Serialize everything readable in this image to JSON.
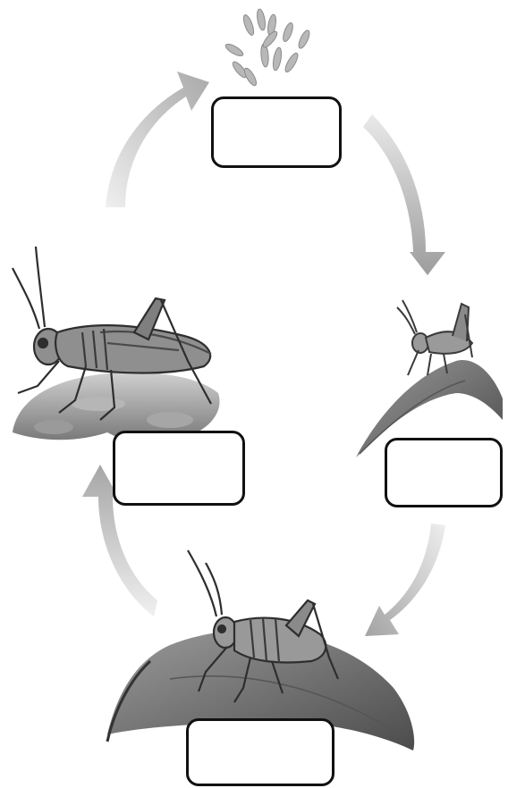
{
  "diagram": {
    "labels": [
      {
        "id": "egg-stage",
        "text": ""
      },
      {
        "id": "young-nymph-stage",
        "text": ""
      },
      {
        "id": "older-nymph-stage",
        "text": ""
      },
      {
        "id": "adult-stage",
        "text": ""
      }
    ],
    "colors": {
      "arrow": "#bdbdbd",
      "arrow_light": "#e2e2e2",
      "outline": "#111111",
      "insect_fill": "#8f8f8f",
      "insect_dark": "#3a3a3a",
      "leaf": "#7d7d7d"
    },
    "icons": [
      "egg-cluster-icon",
      "grasshopper-nymph-icon",
      "grasshopper-icon",
      "leaf-icon",
      "cycle-arrow-icon"
    ]
  }
}
